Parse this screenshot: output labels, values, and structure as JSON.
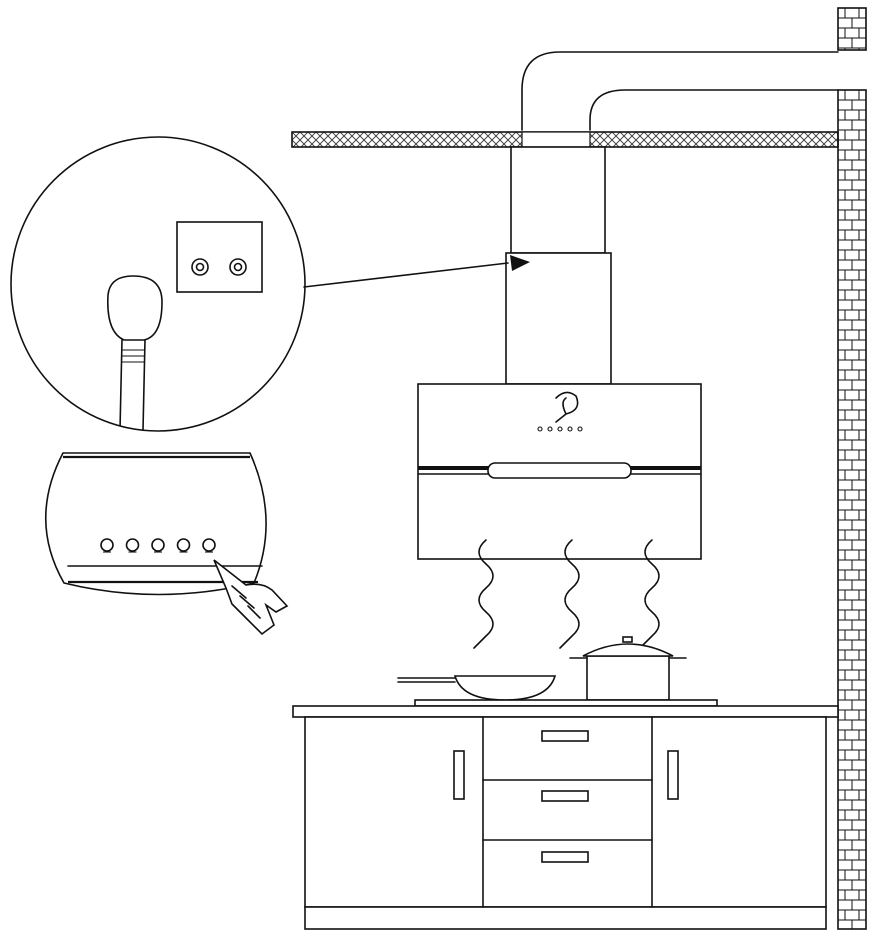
{
  "figure": {
    "labels": [],
    "colors": {
      "line": "#111111",
      "background": "#ffffff",
      "ceiling_hatch": "#333333"
    },
    "parts": [
      "brick-wall",
      "ceiling-slab",
      "exhaust-duct",
      "hood-chimney",
      "range-hood",
      "hood-control-buttons",
      "rising-fumes",
      "cooking-pot",
      "frying-pan",
      "kitchen-cabinet",
      "power-socket-detail",
      "control-panel-detail",
      "pointing-hand-icon"
    ],
    "hood_button_count": 5,
    "detail_button_count": 5,
    "drawer_count": 3,
    "fume_count": 3
  }
}
